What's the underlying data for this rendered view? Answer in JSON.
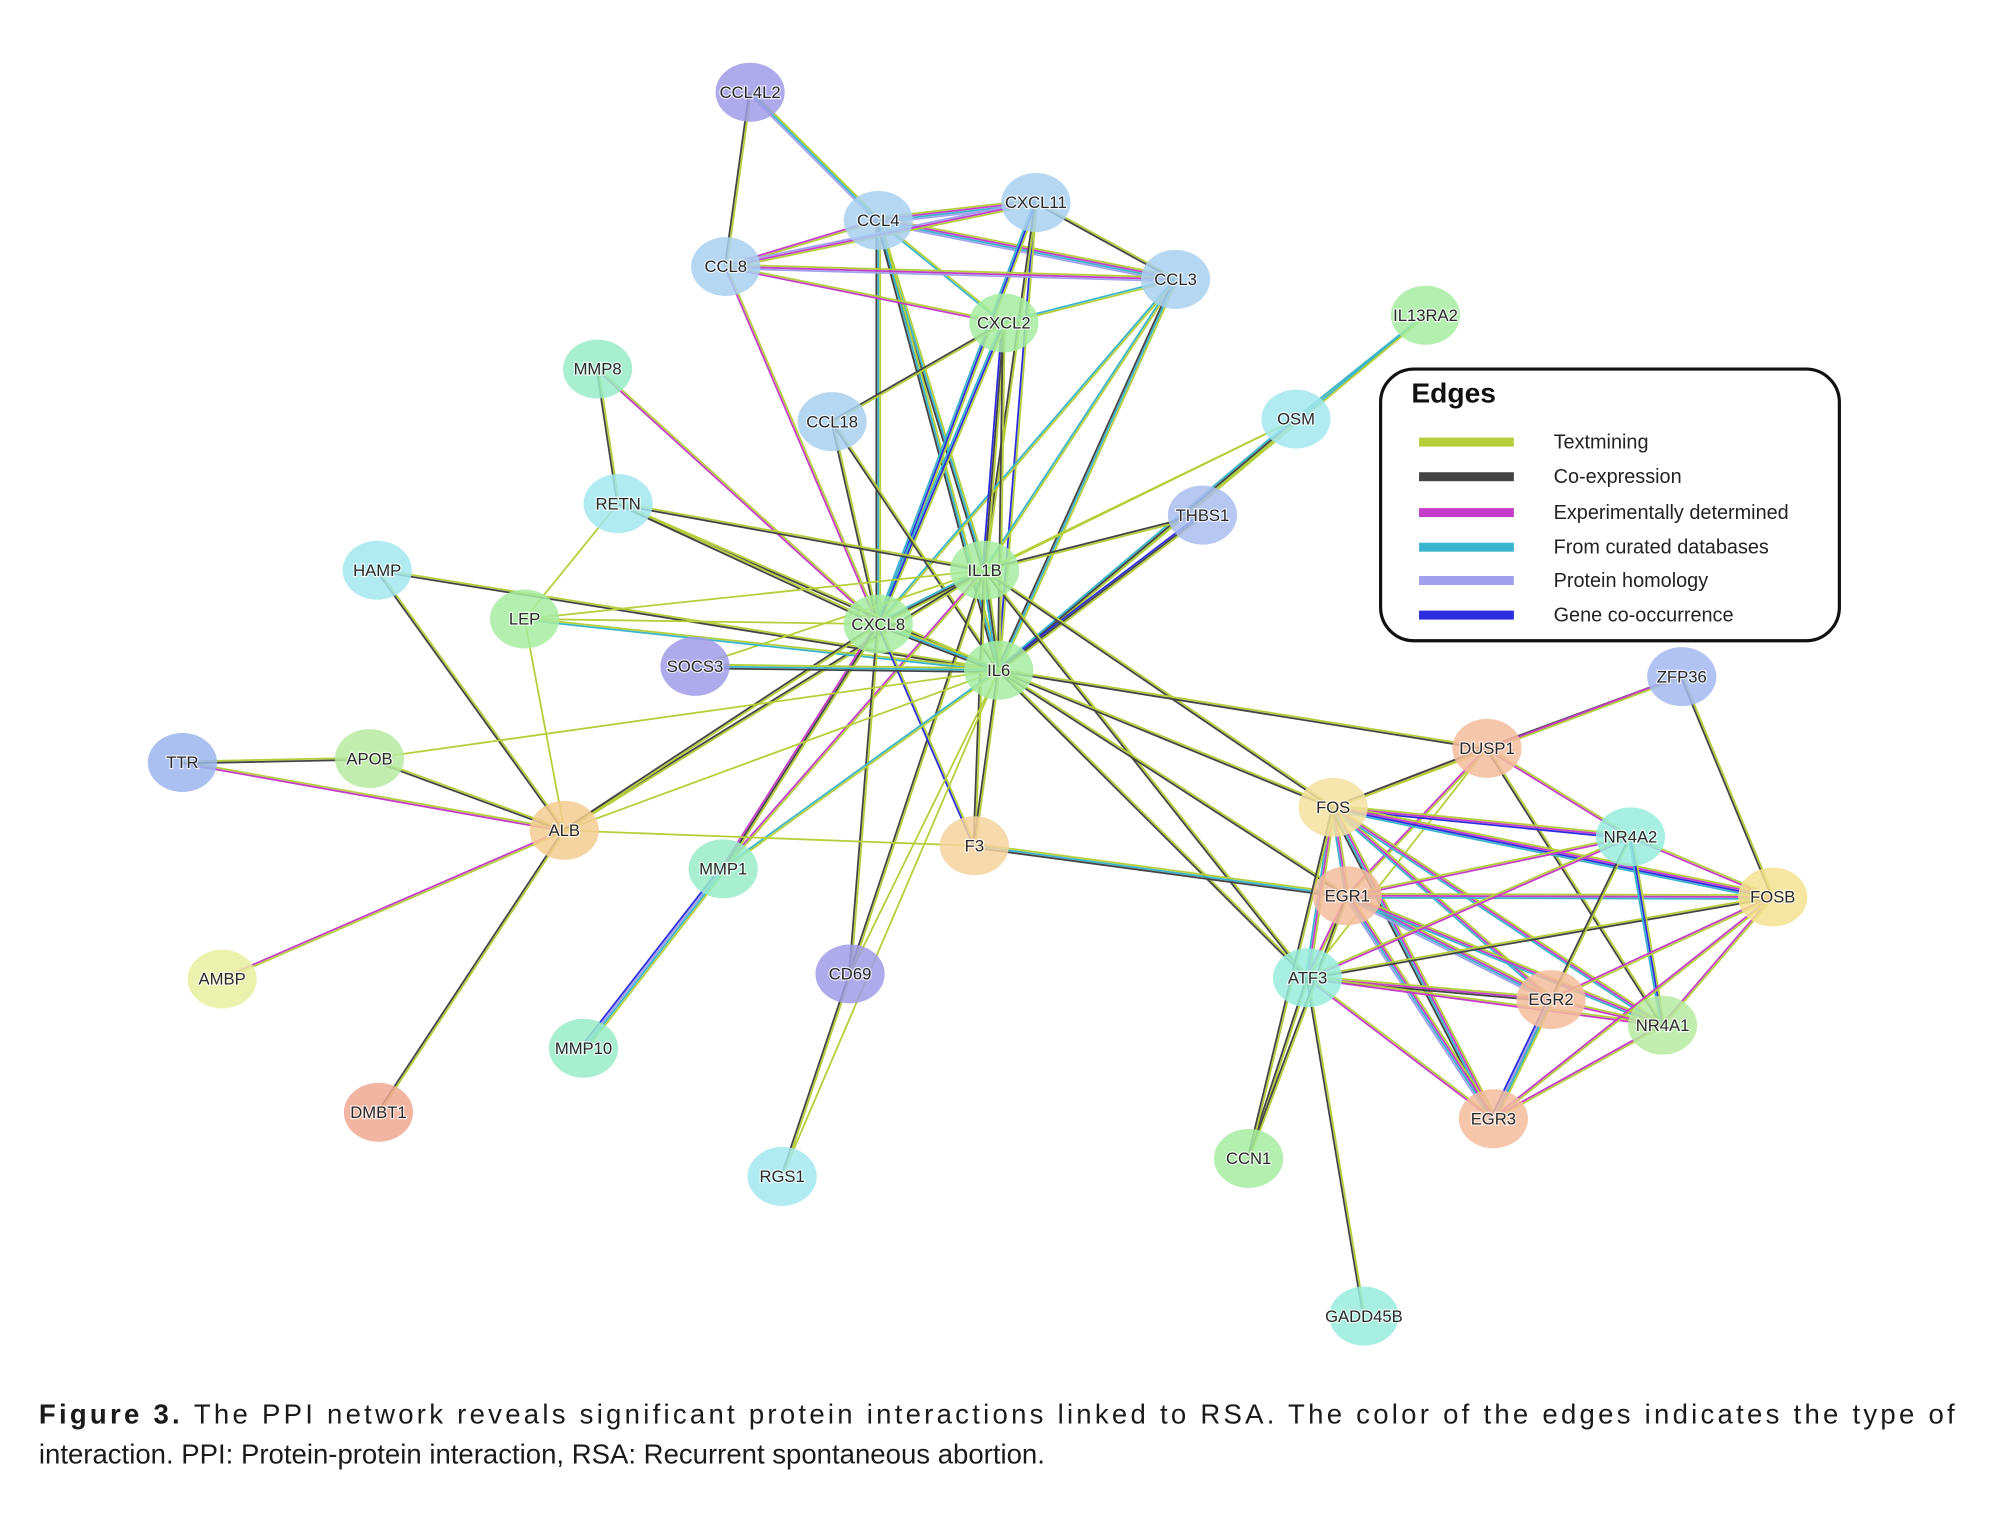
{
  "chart_data": {
    "type": "network",
    "title": "PPI network",
    "legend": {
      "title": "Edges",
      "placement": "right",
      "items": [
        {
          "key": "t",
          "label": "Textmining",
          "color": "#b5cf3a"
        },
        {
          "key": "c",
          "label": "Co-expression",
          "color": "#444444"
        },
        {
          "key": "e",
          "label": "Experimentally determined",
          "color": "#c43cc8"
        },
        {
          "key": "d",
          "label": "From curated databases",
          "color": "#3ab4cc"
        },
        {
          "key": "h",
          "label": "Protein homology",
          "color": "#a0a0ee"
        },
        {
          "key": "g",
          "label": "Gene co-occurrence",
          "color": "#2d2de0"
        }
      ]
    },
    "nodes": [
      {
        "id": "CCL4L2",
        "color": "#a09be8"
      },
      {
        "id": "CCL4",
        "color": "#a8d0f0"
      },
      {
        "id": "CXCL11",
        "color": "#a8d0f0"
      },
      {
        "id": "CCL8",
        "color": "#a8d0f0"
      },
      {
        "id": "CCL3",
        "color": "#a8d0f0"
      },
      {
        "id": "CXCL2",
        "color": "#a6eca0"
      },
      {
        "id": "IL13RA2",
        "color": "#a6eca0"
      },
      {
        "id": "MMP8",
        "color": "#98ecc8"
      },
      {
        "id": "CCL18",
        "color": "#a8d0f0"
      },
      {
        "id": "OSM",
        "color": "#a2e8ee"
      },
      {
        "id": "RETN",
        "color": "#a2e8ee"
      },
      {
        "id": "THBS1",
        "color": "#a9bdf0"
      },
      {
        "id": "HAMP",
        "color": "#a2e8ee"
      },
      {
        "id": "IL1B",
        "color": "#a6eca0"
      },
      {
        "id": "LEP",
        "color": "#a6eca0"
      },
      {
        "id": "CXCL8",
        "color": "#a6eca0"
      },
      {
        "id": "SOCS3",
        "color": "#a09be8"
      },
      {
        "id": "IL6",
        "color": "#a6eca0"
      },
      {
        "id": "ZFP36",
        "color": "#a3b8f0"
      },
      {
        "id": "DUSP1",
        "color": "#f5bc9c"
      },
      {
        "id": "TTR",
        "color": "#9ab5ee"
      },
      {
        "id": "APOB",
        "color": "#b6eaa0"
      },
      {
        "id": "ALB",
        "color": "#f5cc90"
      },
      {
        "id": "FOS",
        "color": "#f5e2a0"
      },
      {
        "id": "NR4A2",
        "color": "#98ecdc"
      },
      {
        "id": "F3",
        "color": "#f5d49c"
      },
      {
        "id": "MMP1",
        "color": "#98ecc8"
      },
      {
        "id": "EGR1",
        "color": "#f5bc9c"
      },
      {
        "id": "FOSB",
        "color": "#f5e290"
      },
      {
        "id": "AMBP",
        "color": "#e8f0a0"
      },
      {
        "id": "CD69",
        "color": "#a09be8"
      },
      {
        "id": "ATF3",
        "color": "#98ecdc"
      },
      {
        "id": "EGR2",
        "color": "#f5bc9c"
      },
      {
        "id": "NR4A1",
        "color": "#b6eaa0"
      },
      {
        "id": "MMP10",
        "color": "#98ecc8"
      },
      {
        "id": "DMBT1",
        "color": "#f0a890"
      },
      {
        "id": "EGR3",
        "color": "#f5bc9c"
      },
      {
        "id": "CCN1",
        "color": "#a6eca0"
      },
      {
        "id": "RGS1",
        "color": "#a2e8ee"
      },
      {
        "id": "GADD45B",
        "color": "#98ecdc"
      }
    ],
    "edges": [
      [
        "CCL4L2",
        "CCL4",
        "tdh"
      ],
      [
        "CCL4L2",
        "CCL8",
        "tc"
      ],
      [
        "CCL4",
        "CXCL11",
        "tedh"
      ],
      [
        "CCL4",
        "CCL3",
        "tedh"
      ],
      [
        "CCL4",
        "CCL8",
        "te"
      ],
      [
        "CCL4",
        "CXCL2",
        "td"
      ],
      [
        "CCL4",
        "IL1B",
        "tdc"
      ],
      [
        "CCL4",
        "CXCL8",
        "tdc"
      ],
      [
        "CCL4",
        "IL6",
        "tdc"
      ],
      [
        "CXCL11",
        "CCL3",
        "tc"
      ],
      [
        "CXCL11",
        "CCL8",
        "teh"
      ],
      [
        "CXCL11",
        "IL6",
        "tg"
      ],
      [
        "CXCL11",
        "CXCL8",
        "tgd"
      ],
      [
        "CXCL11",
        "IL1B",
        "tc"
      ],
      [
        "CCL8",
        "CCL3",
        "teh"
      ],
      [
        "CCL8",
        "CXCL2",
        "te"
      ],
      [
        "CCL8",
        "CXCL8",
        "te"
      ],
      [
        "CCL3",
        "CXCL2",
        "td"
      ],
      [
        "CCL3",
        "IL1B",
        "td"
      ],
      [
        "CCL3",
        "IL6",
        "tdc"
      ],
      [
        "CCL3",
        "CXCL8",
        "td"
      ],
      [
        "CXCL2",
        "IL1B",
        "tcg"
      ],
      [
        "CXCL2",
        "IL6",
        "tc"
      ],
      [
        "CXCL2",
        "CXCL8",
        "tgd"
      ],
      [
        "CXCL2",
        "CCL18",
        "tc"
      ],
      [
        "IL13RA2",
        "OSM",
        "td"
      ],
      [
        "IL13RA2",
        "IL6",
        "td"
      ],
      [
        "MMP8",
        "RETN",
        "tc"
      ],
      [
        "MMP8",
        "CXCL8",
        "te"
      ],
      [
        "CCL18",
        "CXCL8",
        "tc"
      ],
      [
        "CCL18",
        "IL6",
        "tc"
      ],
      [
        "OSM",
        "IL6",
        "tcd"
      ],
      [
        "OSM",
        "CXCL8",
        "t"
      ],
      [
        "OSM",
        "IL1B",
        "t"
      ],
      [
        "RETN",
        "IL6",
        "tc"
      ],
      [
        "RETN",
        "IL1B",
        "tc"
      ],
      [
        "RETN",
        "LEP",
        "t"
      ],
      [
        "RETN",
        "CXCL8",
        "tc"
      ],
      [
        "THBS1",
        "IL6",
        "tcg"
      ],
      [
        "THBS1",
        "IL1B",
        "tc"
      ],
      [
        "HAMP",
        "IL6",
        "tc"
      ],
      [
        "HAMP",
        "ALB",
        "tc"
      ],
      [
        "IL1B",
        "IL6",
        "tcd"
      ],
      [
        "IL1B",
        "CXCL8",
        "tcd"
      ],
      [
        "IL1B",
        "LEP",
        "t"
      ],
      [
        "IL1B",
        "ALB",
        "tc"
      ],
      [
        "IL1B",
        "MMP1",
        "te"
      ],
      [
        "IL1B",
        "FOS",
        "tc"
      ],
      [
        "IL1B",
        "ATF3",
        "tc"
      ],
      [
        "IL1B",
        "F3",
        "tc"
      ],
      [
        "IL1B",
        "CD69",
        "tc"
      ],
      [
        "IL1B",
        "SOCS3",
        "t"
      ],
      [
        "LEP",
        "IL6",
        "td"
      ],
      [
        "LEP",
        "ALB",
        "t"
      ],
      [
        "LEP",
        "CXCL8",
        "t"
      ],
      [
        "CXCL8",
        "IL6",
        "tdc"
      ],
      [
        "CXCL8",
        "MMP1",
        "tce"
      ],
      [
        "CXCL8",
        "ALB",
        "tc"
      ],
      [
        "CXCL8",
        "F3",
        "tg"
      ],
      [
        "CXCL8",
        "CD69",
        "tc"
      ],
      [
        "SOCS3",
        "IL6",
        "tdc"
      ],
      [
        "IL6",
        "ALB",
        "t"
      ],
      [
        "IL6",
        "APOB",
        "t"
      ],
      [
        "IL6",
        "MMP1",
        "td"
      ],
      [
        "IL6",
        "F3",
        "tc"
      ],
      [
        "IL6",
        "DUSP1",
        "tc"
      ],
      [
        "IL6",
        "FOS",
        "tc"
      ],
      [
        "IL6",
        "ATF3",
        "tc"
      ],
      [
        "IL6",
        "EGR1",
        "tc"
      ],
      [
        "IL6",
        "RGS1",
        "t"
      ],
      [
        "IL6",
        "CD69",
        "t"
      ],
      [
        "TTR",
        "ALB",
        "te"
      ],
      [
        "TTR",
        "APOB",
        "tc"
      ],
      [
        "APOB",
        "ALB",
        "tc"
      ],
      [
        "ALB",
        "AMBP",
        "te"
      ],
      [
        "ALB",
        "DMBT1",
        "tc"
      ],
      [
        "ALB",
        "F3",
        "t"
      ],
      [
        "MMP1",
        "MMP10",
        "tdhg"
      ],
      [
        "CD69",
        "RGS1",
        "tc"
      ],
      [
        "F3",
        "EGR1",
        "tdc"
      ],
      [
        "ZFP36",
        "DUSP1",
        "tc"
      ],
      [
        "ZFP36",
        "FOS",
        "te"
      ],
      [
        "ZFP36",
        "FOSB",
        "tc"
      ],
      [
        "DUSP1",
        "FOS",
        "tc"
      ],
      [
        "DUSP1",
        "EGR1",
        "te"
      ],
      [
        "DUSP1",
        "ATF3",
        "t"
      ],
      [
        "DUSP1",
        "NR4A2",
        "te"
      ],
      [
        "DUSP1",
        "NR4A1",
        "tc"
      ],
      [
        "FOS",
        "EGR1",
        "ted"
      ],
      [
        "FOS",
        "NR4A2",
        "teg"
      ],
      [
        "FOS",
        "FOSB",
        "tegd"
      ],
      [
        "FOS",
        "ATF3",
        "ted"
      ],
      [
        "FOS",
        "EGR2",
        "ted"
      ],
      [
        "FOS",
        "NR4A1",
        "ted"
      ],
      [
        "FOS",
        "EGR3",
        "tedc"
      ],
      [
        "EGR1",
        "FOSB",
        "ted"
      ],
      [
        "EGR1",
        "NR4A2",
        "te"
      ],
      [
        "EGR1",
        "ATF3",
        "te"
      ],
      [
        "EGR1",
        "EGR2",
        "tedh"
      ],
      [
        "EGR1",
        "EGR3",
        "tedh"
      ],
      [
        "EGR1",
        "NR4A1",
        "ted"
      ],
      [
        "ATF3",
        "NR4A2",
        "te"
      ],
      [
        "ATF3",
        "FOSB",
        "tc"
      ],
      [
        "ATF3",
        "EGR2",
        "tec"
      ],
      [
        "ATF3",
        "NR4A1",
        "te"
      ],
      [
        "ATF3",
        "EGR3",
        "te"
      ],
      [
        "ATF3",
        "CCN1",
        "tc"
      ],
      [
        "ATF3",
        "GADD45B",
        "tc"
      ],
      [
        "NR4A2",
        "FOSB",
        "te"
      ],
      [
        "NR4A2",
        "NR4A1",
        "tgd"
      ],
      [
        "NR4A2",
        "EGR3",
        "tc"
      ],
      [
        "FOSB",
        "NR4A1",
        "te"
      ],
      [
        "FOSB",
        "EGR2",
        "te"
      ],
      [
        "FOSB",
        "EGR3",
        "te"
      ],
      [
        "EGR2",
        "NR4A1",
        "te"
      ],
      [
        "EGR2",
        "EGR3",
        "tdhg"
      ],
      [
        "NR4A1",
        "EGR3",
        "te"
      ],
      [
        "FOS",
        "CCN1",
        "tc"
      ],
      [
        "EGR1",
        "CCN1",
        "tc"
      ]
    ]
  },
  "caption": {
    "label": "Figure 3.",
    "line1": "The PPI network reveals significant protein interactions linked to RSA. The color of the edges indicates the type of",
    "line2": "interaction. PPI: Protein-protein interaction, RSA: Recurrent spontaneous abortion."
  }
}
